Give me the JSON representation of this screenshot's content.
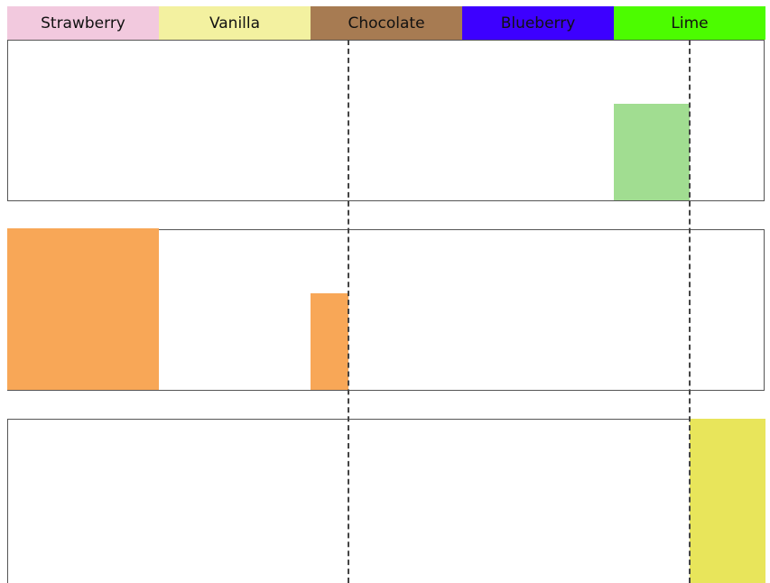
{
  "flavors": [
    {
      "label": "Strawberry",
      "color": "#f2c9de"
    },
    {
      "label": "Vanilla",
      "color": "#f3f1a0"
    },
    {
      "label": "Chocolate",
      "color": "#a77b52"
    },
    {
      "label": "Blueberry",
      "color": "#3d00ff"
    },
    {
      "label": "Lime",
      "color": "#4cfc00"
    }
  ],
  "guides": [
    2.25,
    4.5
  ],
  "panels": [
    {
      "bars": [
        {
          "start": 4.0,
          "end": 4.5,
          "level": 0.6,
          "color": "#a1dd91"
        }
      ]
    },
    {
      "bars": [
        {
          "start": 0.0,
          "end": 1.0,
          "level": 1.0,
          "color": "#f8a757"
        },
        {
          "start": 2.0,
          "end": 2.25,
          "level": 0.6,
          "color": "#f8a757"
        }
      ]
    },
    {
      "bars": [
        {
          "start": 4.5,
          "end": 5.0,
          "level": 1.0,
          "color": "#e8e55b"
        }
      ]
    }
  ]
}
